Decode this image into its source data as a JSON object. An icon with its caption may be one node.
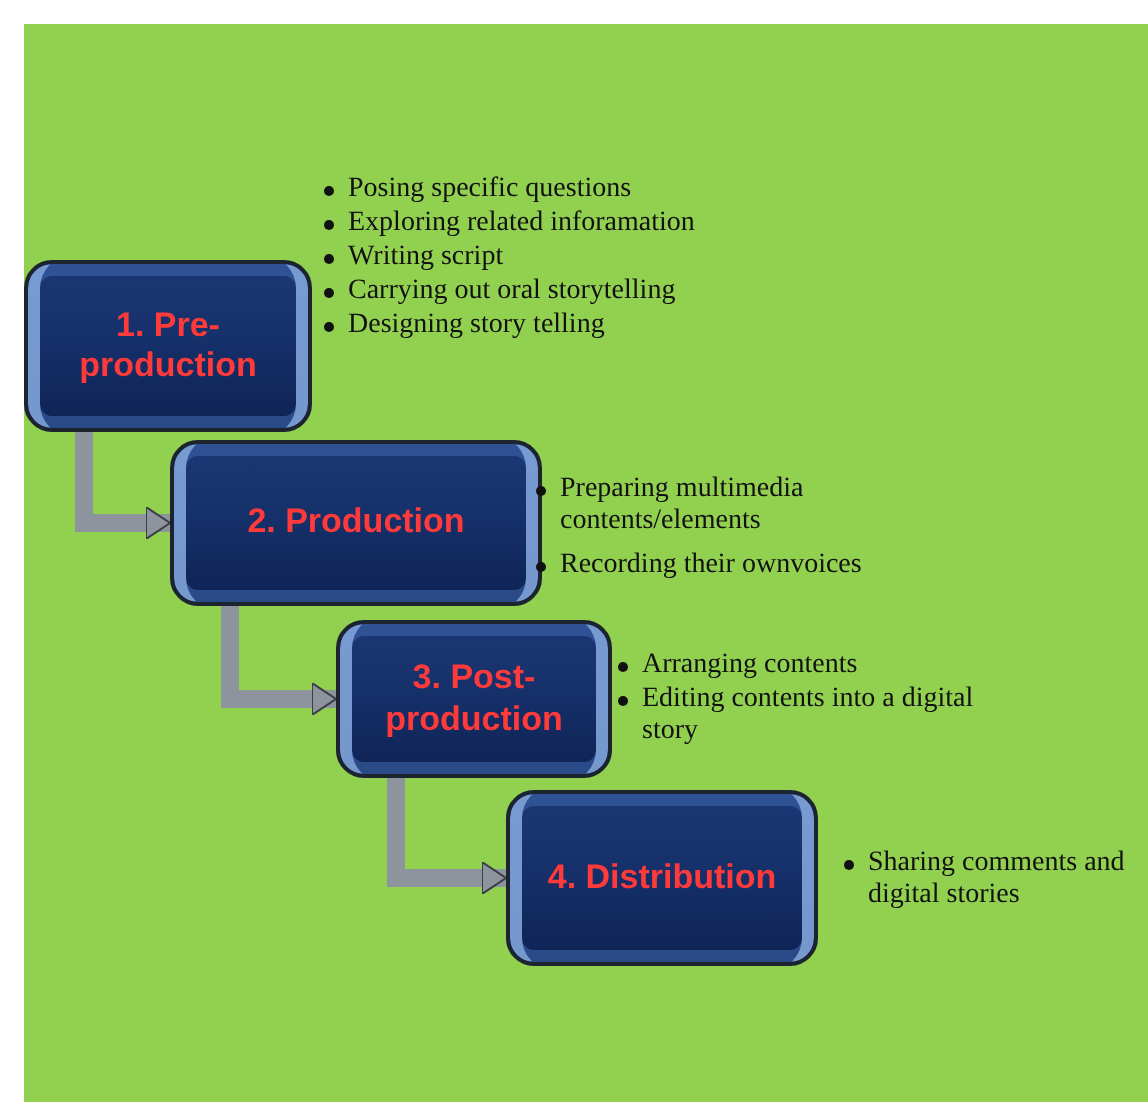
{
  "diagram": {
    "nodes": [
      {
        "text": [
          "1. Pre-production"
        ],
        "beside": [
          "Posing specific questions",
          "Exploring related inforamation",
          "Writing script",
          "Carrying out oral storytelling",
          "Designing story telling"
        ]
      },
      {
        "text": [
          "2. Production"
        ],
        "beside": [
          "Preparing multimedia contents/elements",
          "Recording their ownvoices"
        ]
      },
      {
        "text": [
          "3. Post-production"
        ],
        "beside": [
          "Arranging contents",
          "Editing contents into a digital story"
        ]
      },
      {
        "text": [
          "4. Distribution"
        ],
        "beside": [
          "Sharing comments and digital stories"
        ]
      }
    ],
    "edges": [
      {
        "from": 0,
        "to": 1,
        "arrow": "to"
      },
      {
        "from": 1,
        "to": 2,
        "arrow": "to"
      },
      {
        "from": 2,
        "to": 3,
        "arrow": "to"
      }
    ]
  }
}
